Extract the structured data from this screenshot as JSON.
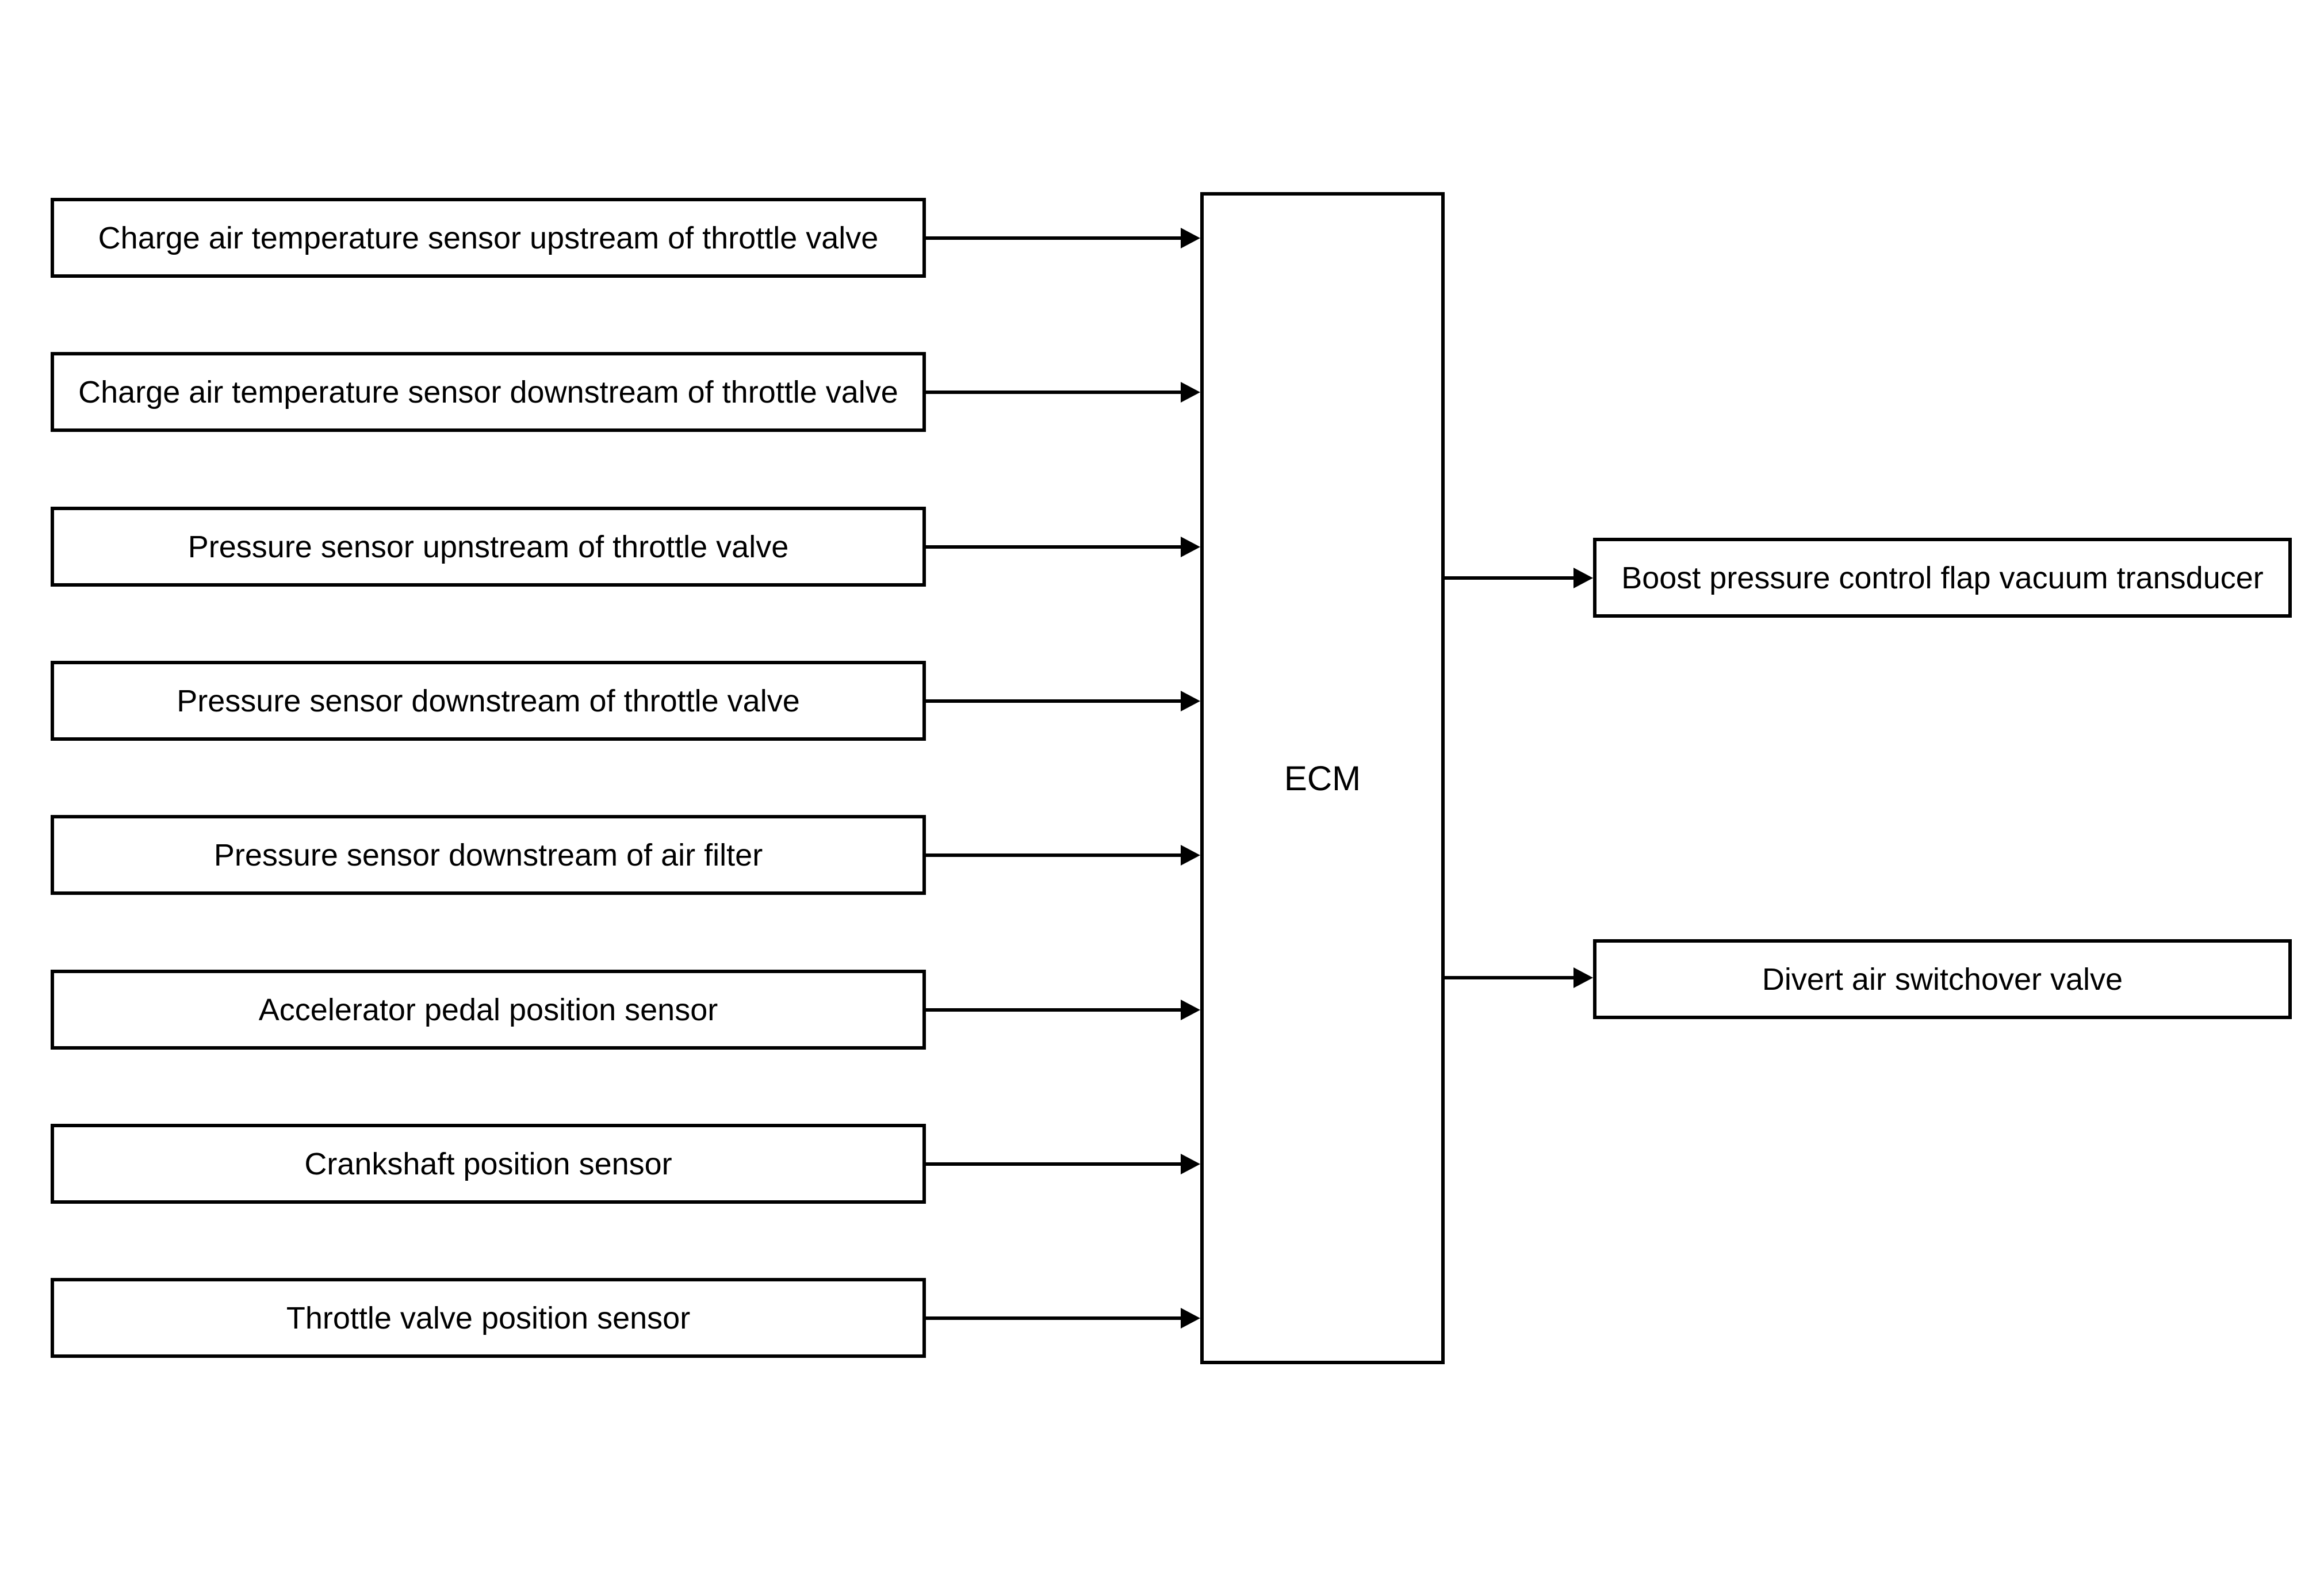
{
  "diagram": {
    "inputs": [
      {
        "label": "Charge air temperature sensor upstream of throttle valve"
      },
      {
        "label": "Charge air temperature sensor downstream of throttle valve"
      },
      {
        "label": "Pressure sensor upnstream of throttle valve"
      },
      {
        "label": "Pressure sensor downstream of throttle valve"
      },
      {
        "label": "Pressure sensor downstream of air filter"
      },
      {
        "label": "Accelerator pedal position sensor"
      },
      {
        "label": "Crankshaft position sensor"
      },
      {
        "label": "Throttle valve position sensor"
      }
    ],
    "controller": {
      "label": "ECM"
    },
    "outputs": [
      {
        "label": "Boost pressure control flap vacuum transducer"
      },
      {
        "label": "Divert air switchover valve"
      }
    ],
    "colors": {
      "background": "#ffffff",
      "line": "#000000",
      "text": "#000000"
    }
  }
}
